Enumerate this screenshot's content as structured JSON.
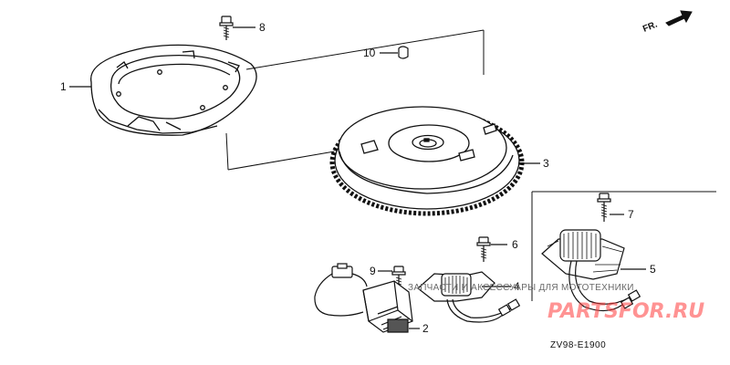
{
  "diagram": {
    "direction_label": "FR.",
    "diagram_code": "ZV98-E1900",
    "callouts": [
      {
        "id": "c1",
        "label": "1",
        "part": "flywheel-cover"
      },
      {
        "id": "c2",
        "label": "2",
        "part": "ignition-coil"
      },
      {
        "id": "c3",
        "label": "3",
        "part": "flywheel"
      },
      {
        "id": "c4",
        "label": "4",
        "part": "charge-coil"
      },
      {
        "id": "c5",
        "label": "5",
        "part": "lighting-coil"
      },
      {
        "id": "c6",
        "label": "6",
        "part": "bolt"
      },
      {
        "id": "c7",
        "label": "7",
        "part": "bolt"
      },
      {
        "id": "c8",
        "label": "8",
        "part": "bolt"
      },
      {
        "id": "c9",
        "label": "9",
        "part": "bolt"
      },
      {
        "id": "c10",
        "label": "10",
        "part": "woodruff-key"
      }
    ]
  },
  "watermark": {
    "text": "ЗАПЧАСТИ И АКСЕССУАРЫ ДЛЯ МОТОТЕХНИКИ",
    "logo": "PARTSFOR.RU"
  }
}
